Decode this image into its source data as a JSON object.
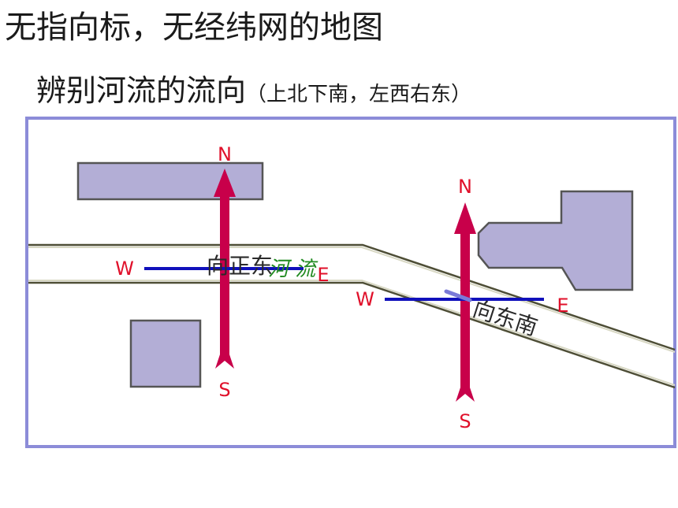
{
  "slide": {
    "title": "无指向标，无经纬网的地图",
    "subtitle": "辨别河流的流向",
    "subtitle_note": "（上北下南，左西右东）"
  },
  "diagram": {
    "compass_left": {
      "north": "N",
      "south": "S",
      "west": "W",
      "east": "E"
    },
    "compass_right": {
      "north": "N",
      "south": "S",
      "west": "W",
      "east": "E"
    },
    "river_label_left": "河 流",
    "flow_label_left": "向正东",
    "flow_label_right": "向东南"
  },
  "colors": {
    "map_border": "#8c8cd8",
    "block_fill": "#b3aed6",
    "block_stroke": "#555555",
    "river_line": "#4e4e36",
    "arrow_red": "#c8004a",
    "dir_line_blue": "#1010bb",
    "label_red": "#e0102a",
    "river_text_green": "#228b22",
    "flow_arrow_blue": "#7a7ad8"
  }
}
